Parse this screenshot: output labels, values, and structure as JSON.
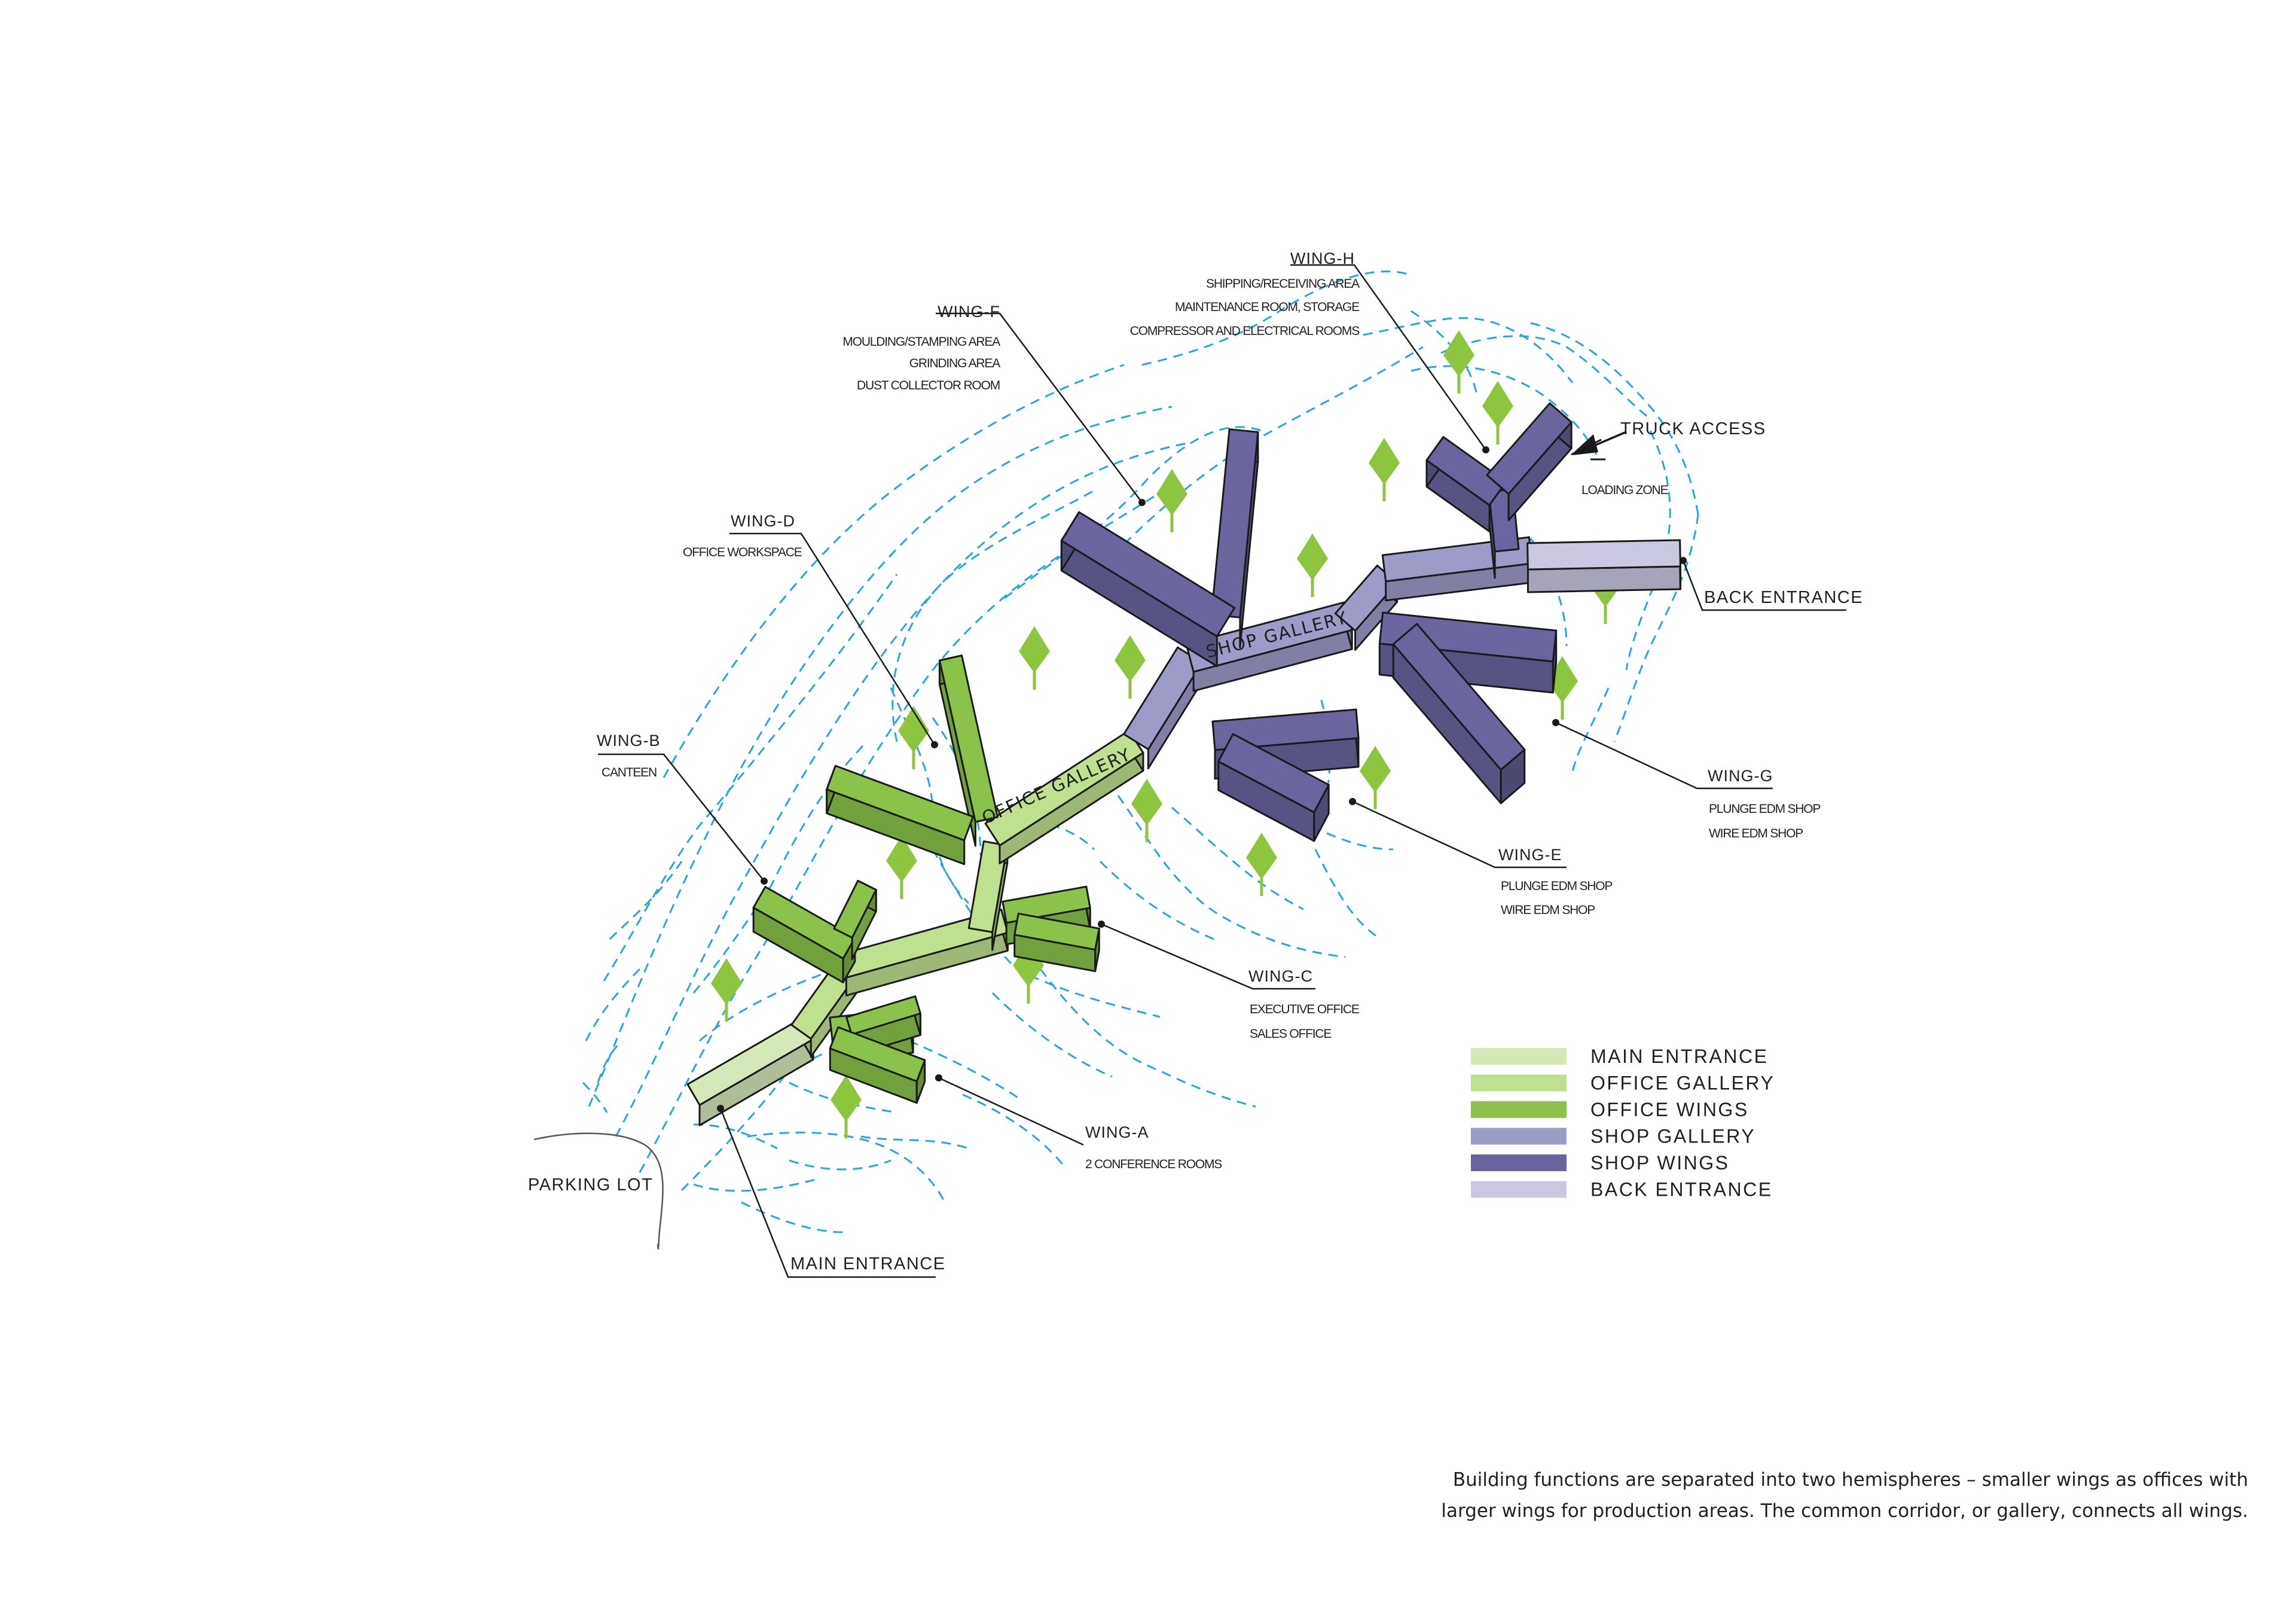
{
  "colors": {
    "main_entrance": "#d4e8b8",
    "office_gallery": "#bfe08f",
    "office_wings": "#8bc34a",
    "shop_gallery": "#9d9bc7",
    "shop_wings": "#6a659f",
    "back_entrance": "#c9c8e0",
    "contour": "#27a7d8",
    "tree": "#8cc63f",
    "outline": "#1a1a1a"
  },
  "gallery_labels": {
    "office": "OFFICE GALLERY",
    "shop": "SHOP GALLERY"
  },
  "wings": {
    "a": {
      "title": "WING-A",
      "lines": [
        "2 CONFERENCE ROOMS"
      ]
    },
    "b": {
      "title": "WING-B",
      "lines": [
        "CANTEEN"
      ]
    },
    "c": {
      "title": "WING-C",
      "lines": [
        "EXECUTIVE OFFICE",
        "SALES OFFICE"
      ]
    },
    "d": {
      "title": "WING-D",
      "lines": [
        "OFFICE WORKSPACE"
      ]
    },
    "e": {
      "title": "WING-E",
      "lines": [
        "PLUNGE EDM SHOP",
        "WIRE EDM SHOP"
      ]
    },
    "f": {
      "title": "WING-F",
      "lines": [
        "MOULDING/STAMPING AREA",
        "GRINDING AREA",
        "DUST COLLECTOR ROOM"
      ]
    },
    "g": {
      "title": "WING-G",
      "lines": [
        "PLUNGE EDM SHOP",
        "WIRE EDM SHOP"
      ]
    },
    "h": {
      "title": "WING-H",
      "lines": [
        "SHIPPING/RECEIVING AREA",
        "MAINTENANCE ROOM, STORAGE",
        "COMPRESSOR AND ELECTRICAL ROOMS"
      ]
    }
  },
  "callouts": {
    "truck_access": "TRUCK ACCESS",
    "loading_zone": "LOADING ZONE",
    "back_entrance": "BACK ENTRANCE",
    "main_entrance": "MAIN ENTRANCE",
    "parking_lot": "PARKING LOT"
  },
  "legend": [
    {
      "label": "MAIN ENTRANCE",
      "color": "#d4e8b8"
    },
    {
      "label": "OFFICE  GALLERY",
      "color": "#bfe08f"
    },
    {
      "label": "OFFICE WINGS",
      "color": "#8bc34a"
    },
    {
      "label": "SHOP GALLERY",
      "color": "#9d9bc7"
    },
    {
      "label": "SHOP WINGS",
      "color": "#6a659f"
    },
    {
      "label": "BACK ENTRANCE",
      "color": "#c9c8e0"
    }
  ],
  "caption": {
    "line1": "Building functions are separated into two hemispheres – smaller wings as offices with",
    "line2": "larger wings for production areas. The common corridor, or gallery, connects all wings."
  }
}
